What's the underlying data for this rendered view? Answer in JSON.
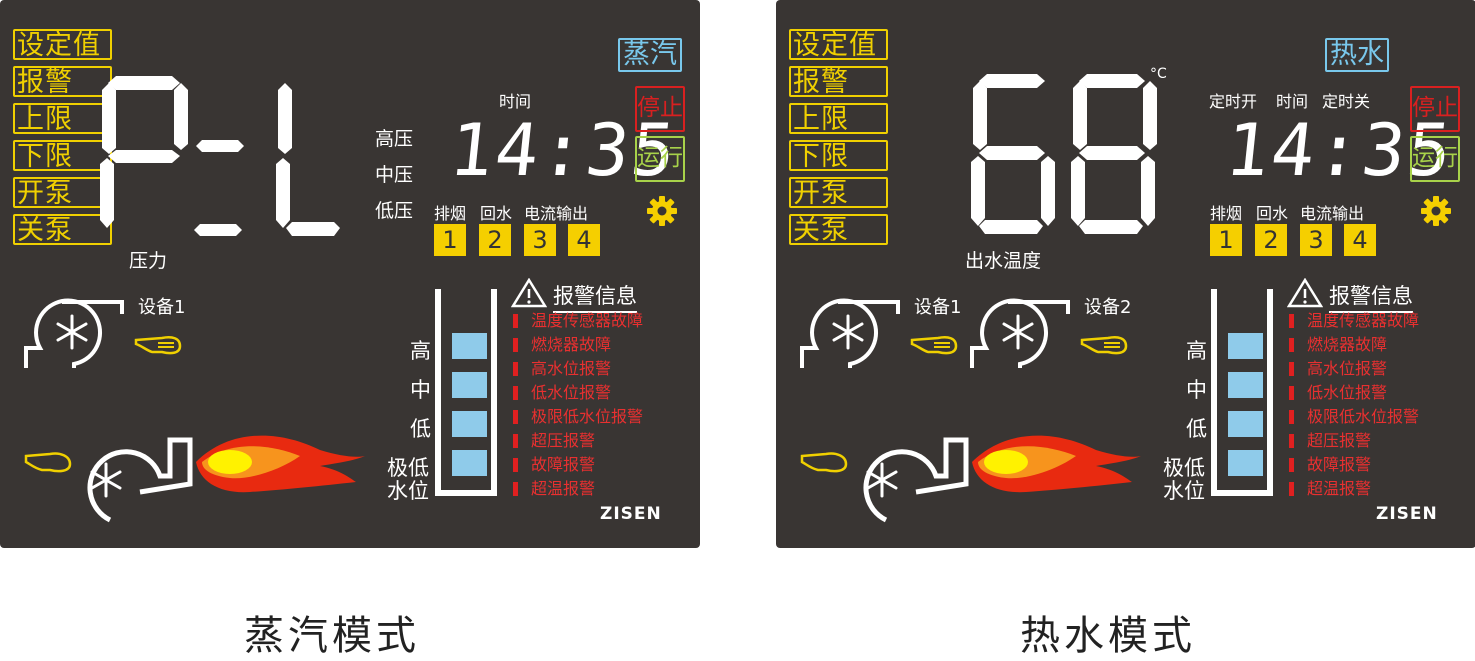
{
  "left_panel": {
    "menu": [
      "设定值",
      "报警",
      "上限",
      "下限",
      "开泵",
      "关泵"
    ],
    "mode_tag": "蒸汽",
    "stop_label": "停止",
    "run_label": "运行",
    "big_display": "P:L",
    "big_label": "压力",
    "pressure_labels": [
      "高压",
      "中压",
      "低压"
    ],
    "time_label": "时间",
    "time_value": "14:35",
    "output_labels": [
      "排烟",
      "回水",
      "电流输出"
    ],
    "outputs": [
      "1",
      "2",
      "3",
      "4"
    ],
    "device1": "设备1",
    "alarm_title": "报警信息",
    "alarms": [
      "温度传感器故障",
      "燃烧器故障",
      "高水位报警",
      "低水位报警",
      "极限低水位报警",
      "超压报警",
      "故障报警",
      "超温报警"
    ],
    "levels": [
      "高",
      "中",
      "低",
      "极低",
      "水位"
    ],
    "brand": "ZISEN"
  },
  "right_panel": {
    "menu": [
      "设定值",
      "报警",
      "上限",
      "下限",
      "开泵",
      "关泵"
    ],
    "mode_tag": "热水",
    "stop_label": "停止",
    "run_label": "运行",
    "big_display": "68",
    "unit": "°C",
    "big_label": "出水温度",
    "time_labels": [
      "定时开",
      "时间",
      "定时关"
    ],
    "time_value": "14:35",
    "output_labels": [
      "排烟",
      "回水",
      "电流输出"
    ],
    "outputs": [
      "1",
      "2",
      "3",
      "4"
    ],
    "device1": "设备1",
    "device2": "设备2",
    "alarm_title": "报警信息",
    "alarms": [
      "温度传感器故障",
      "燃烧器故障",
      "高水位报警",
      "低水位报警",
      "极限低水位报警",
      "超压报警",
      "故障报警",
      "超温报警"
    ],
    "levels": [
      "高",
      "中",
      "低",
      "极低",
      "水位"
    ],
    "brand": "ZISEN"
  },
  "captions": {
    "left": "蒸汽模式",
    "right": "热水模式"
  },
  "colors": {
    "panel_bg": "#393533",
    "menu_yellow": "#f0d000",
    "mode_blue": "#79c8ec",
    "stop_red": "#d92020",
    "run_green": "#a8d24a",
    "level_blue": "#8fcbea",
    "alarm_red": "#e83030"
  }
}
